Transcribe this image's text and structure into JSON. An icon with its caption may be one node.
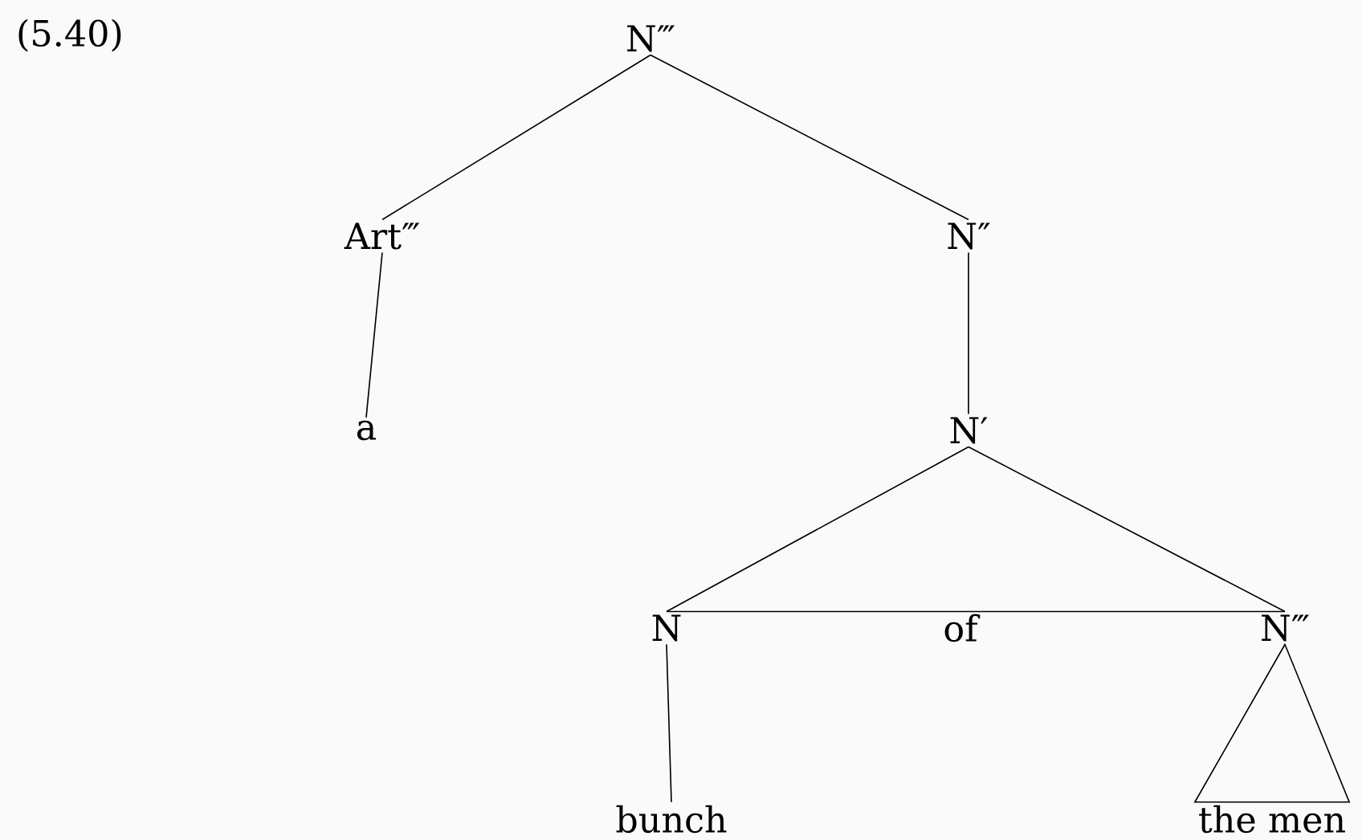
{
  "diagram": {
    "nodes": [
      {
        "text": [
          "N‴"
        ]
      },
      {
        "text": [
          "Art‴"
        ]
      },
      {
        "text": [
          "N″"
        ]
      },
      {
        "text": [
          "a"
        ]
      },
      {
        "text": [
          "N′"
        ]
      },
      {
        "text": [
          "N"
        ]
      },
      {
        "text": [
          "of"
        ]
      },
      {
        "text": [
          "N‴"
        ]
      },
      {
        "text": [
          "bunch"
        ]
      },
      {
        "text": [
          "the men"
        ]
      }
    ],
    "edges": [
      {
        "from": 0,
        "to": 1,
        "arrow": "none"
      },
      {
        "from": 0,
        "to": 2,
        "arrow": "none"
      },
      {
        "from": 1,
        "to": 3,
        "arrow": "none"
      },
      {
        "from": 2,
        "to": 4,
        "arrow": "none"
      },
      {
        "from": 4,
        "to": 5,
        "arrow": "none"
      },
      {
        "from": 4,
        "to": 7,
        "arrow": "none"
      },
      {
        "from": 5,
        "to": 7,
        "arrow": "none"
      },
      {
        "from": 5,
        "to": 8,
        "arrow": "none"
      },
      {
        "from": 7,
        "to": 9,
        "arrow": "none"
      }
    ],
    "labels": [
      "(5.40)"
    ]
  }
}
